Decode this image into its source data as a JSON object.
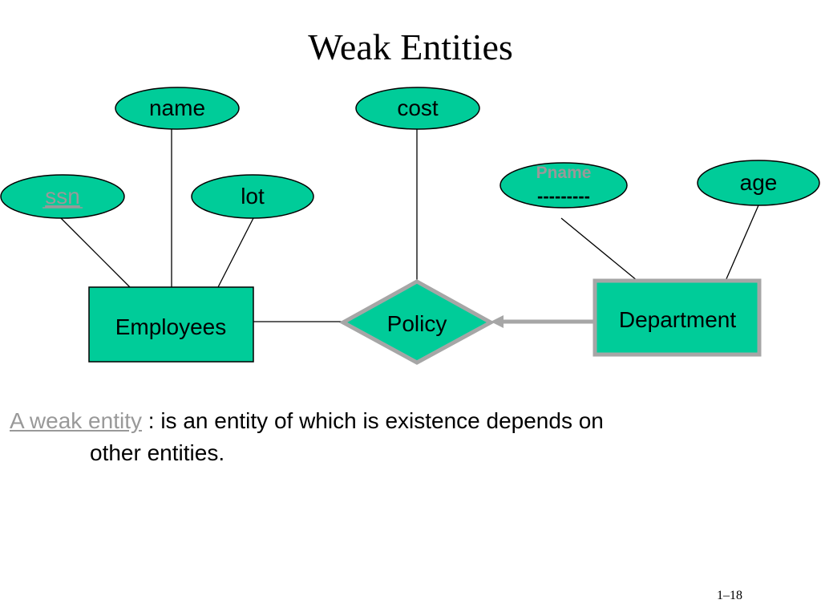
{
  "title": "Weak Entities",
  "colors": {
    "shape_fill": "#00cc99",
    "shape_stroke": "#000000",
    "weak_border": "#a6a6a6",
    "link_text": "#999999"
  },
  "diagram": {
    "entities": {
      "employees": "Employees",
      "department": "Department"
    },
    "relationship": "Policy",
    "attributes": {
      "name": "name",
      "ssn": "ssn",
      "lot": "lot",
      "cost": "cost",
      "pname": "Pname",
      "pname_partial_key": "---------",
      "age": "age"
    }
  },
  "definition": {
    "term": "A weak entity",
    "text_line1": " : is an entity of which is existence depends on",
    "text_line2": "other entities."
  },
  "page_number": "1–18"
}
